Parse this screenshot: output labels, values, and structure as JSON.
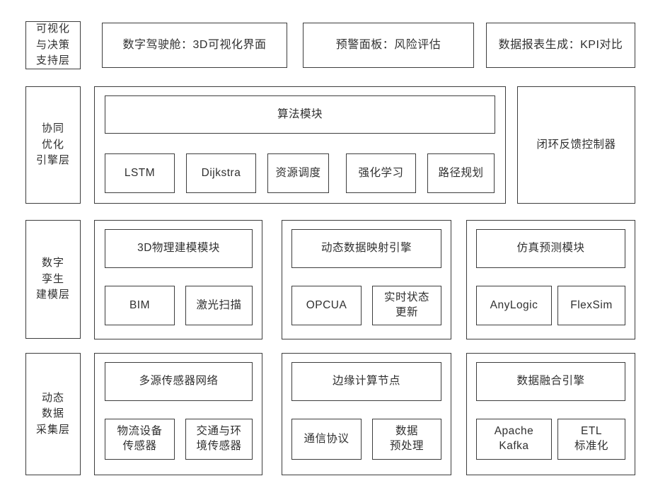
{
  "colors": {
    "background": "#ffffff",
    "border": "#3d3d3d",
    "text": "#303030"
  },
  "layer1": {
    "label": "可视化\n与决策\n支持层",
    "boxes": [
      "数字驾驶舱：3D可视化界面",
      "预警面板：风险评估",
      "数据报表生成：KPI对比"
    ]
  },
  "layer2": {
    "label": "协同\n优化\n引擎层",
    "group_title": "算法模块",
    "modules": [
      "LSTM",
      "Dijkstra",
      "资源调度",
      "强化学习",
      "路径规划"
    ],
    "side_box": "闭环反馈控制器"
  },
  "layer3": {
    "label": "数字\n孪生\n建模层",
    "groups": [
      {
        "title": "3D物理建模模块",
        "items": [
          "BIM",
          "激光扫描"
        ]
      },
      {
        "title": "动态数据映射引擎",
        "items": [
          "OPCUA",
          "实时状态\n更新"
        ]
      },
      {
        "title": "仿真预测模块",
        "items": [
          "AnyLogic",
          "FlexSim"
        ]
      }
    ]
  },
  "layer4": {
    "label": "动态\n数据\n采集层",
    "groups": [
      {
        "title": "多源传感器网络",
        "items": [
          "物流设备\n传感器",
          "交通与环\n境传感器"
        ]
      },
      {
        "title": "边缘计算节点",
        "items": [
          "通信协议",
          "数据\n预处理"
        ]
      },
      {
        "title": "数据融合引擎",
        "items": [
          "Apache\nKafka",
          "ETL\n标准化"
        ]
      }
    ]
  }
}
